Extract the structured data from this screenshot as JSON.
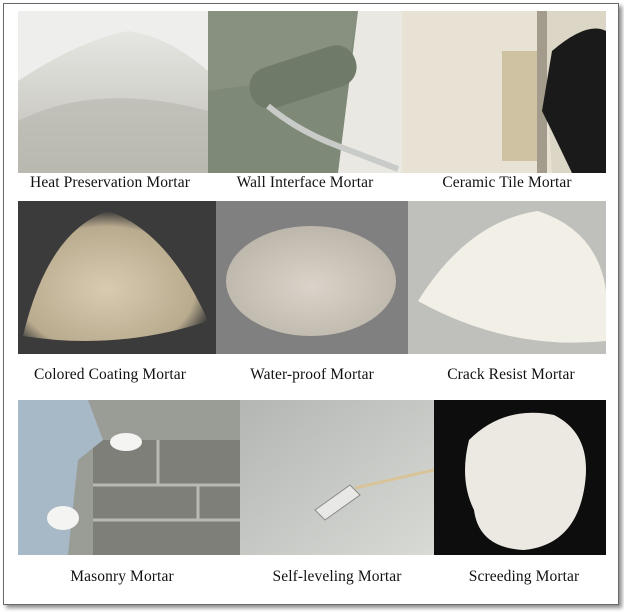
{
  "grid": {
    "rows": [
      {
        "items": [
          {
            "caption": "Heat Preservation Mortar",
            "image": "grey-powder-heap-photo"
          },
          {
            "caption": "Wall Interface Mortar",
            "image": "paint-roller-on-wall-photo"
          },
          {
            "caption": "Ceramic Tile Mortar",
            "image": "worker-plastering-wall-photo"
          }
        ]
      },
      {
        "items": [
          {
            "caption": "Colored Coating Mortar",
            "image": "beige-powder-pile-photo"
          },
          {
            "caption": "Water-proof Mortar",
            "image": "light-powder-pile-photo"
          },
          {
            "caption": "Crack Resist Mortar",
            "image": "white-powder-pile-photo"
          }
        ]
      },
      {
        "items": [
          {
            "caption": "Masonry Mortar",
            "image": "gloved-hands-laying-blocks-photo"
          },
          {
            "caption": "Self-leveling Mortar",
            "image": "trowel-on-floor-photo"
          },
          {
            "caption": "Screeding Mortar",
            "image": "white-powder-on-black-photo"
          }
        ]
      }
    ]
  }
}
